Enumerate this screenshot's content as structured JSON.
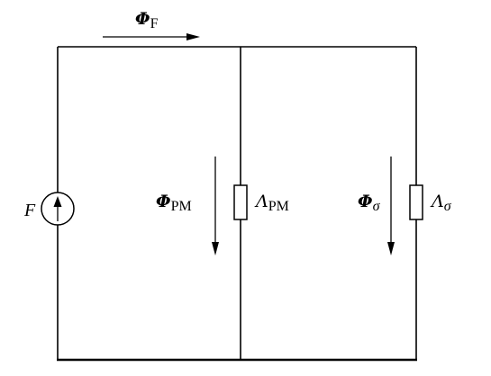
{
  "labels": {
    "phi_f": {
      "symbol": "Φ",
      "sub": "F"
    },
    "phi_pm": {
      "symbol": "Φ",
      "sub": "PM"
    },
    "lambda_pm": {
      "symbol": "Λ",
      "sub": "PM"
    },
    "phi_sigma": {
      "symbol": "Φ",
      "sub": "σ"
    },
    "lambda_sigma": {
      "symbol": "Λ",
      "sub": "σ"
    },
    "source_f": "F"
  }
}
